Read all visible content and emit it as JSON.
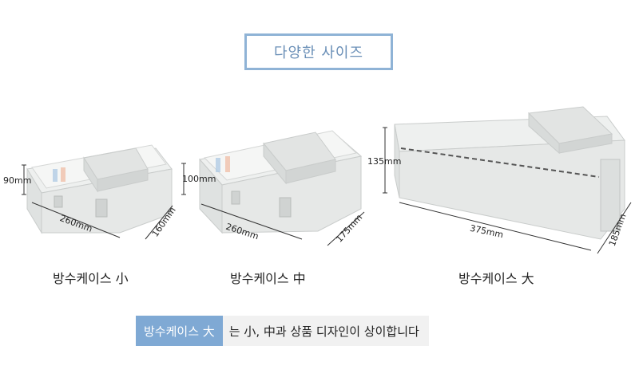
{
  "title": "다양한 사이즈",
  "products": [
    {
      "caption": "방수케이스 小",
      "height": "90mm",
      "width": "260mm",
      "depth": "160mm"
    },
    {
      "caption": "방수케이스 中",
      "height": "100mm",
      "width": "260mm",
      "depth": "175mm"
    },
    {
      "caption": "방수케이스 大",
      "height": "135mm",
      "width": "375mm",
      "depth": "185mm"
    }
  ],
  "banner": {
    "highlight": "방수케이스 大",
    "text": "는 小, 中과 상품 디자인이 상이합니다"
  },
  "colors": {
    "accent": "#8fb3d6",
    "banner_highlight": "#7fa9d4"
  }
}
